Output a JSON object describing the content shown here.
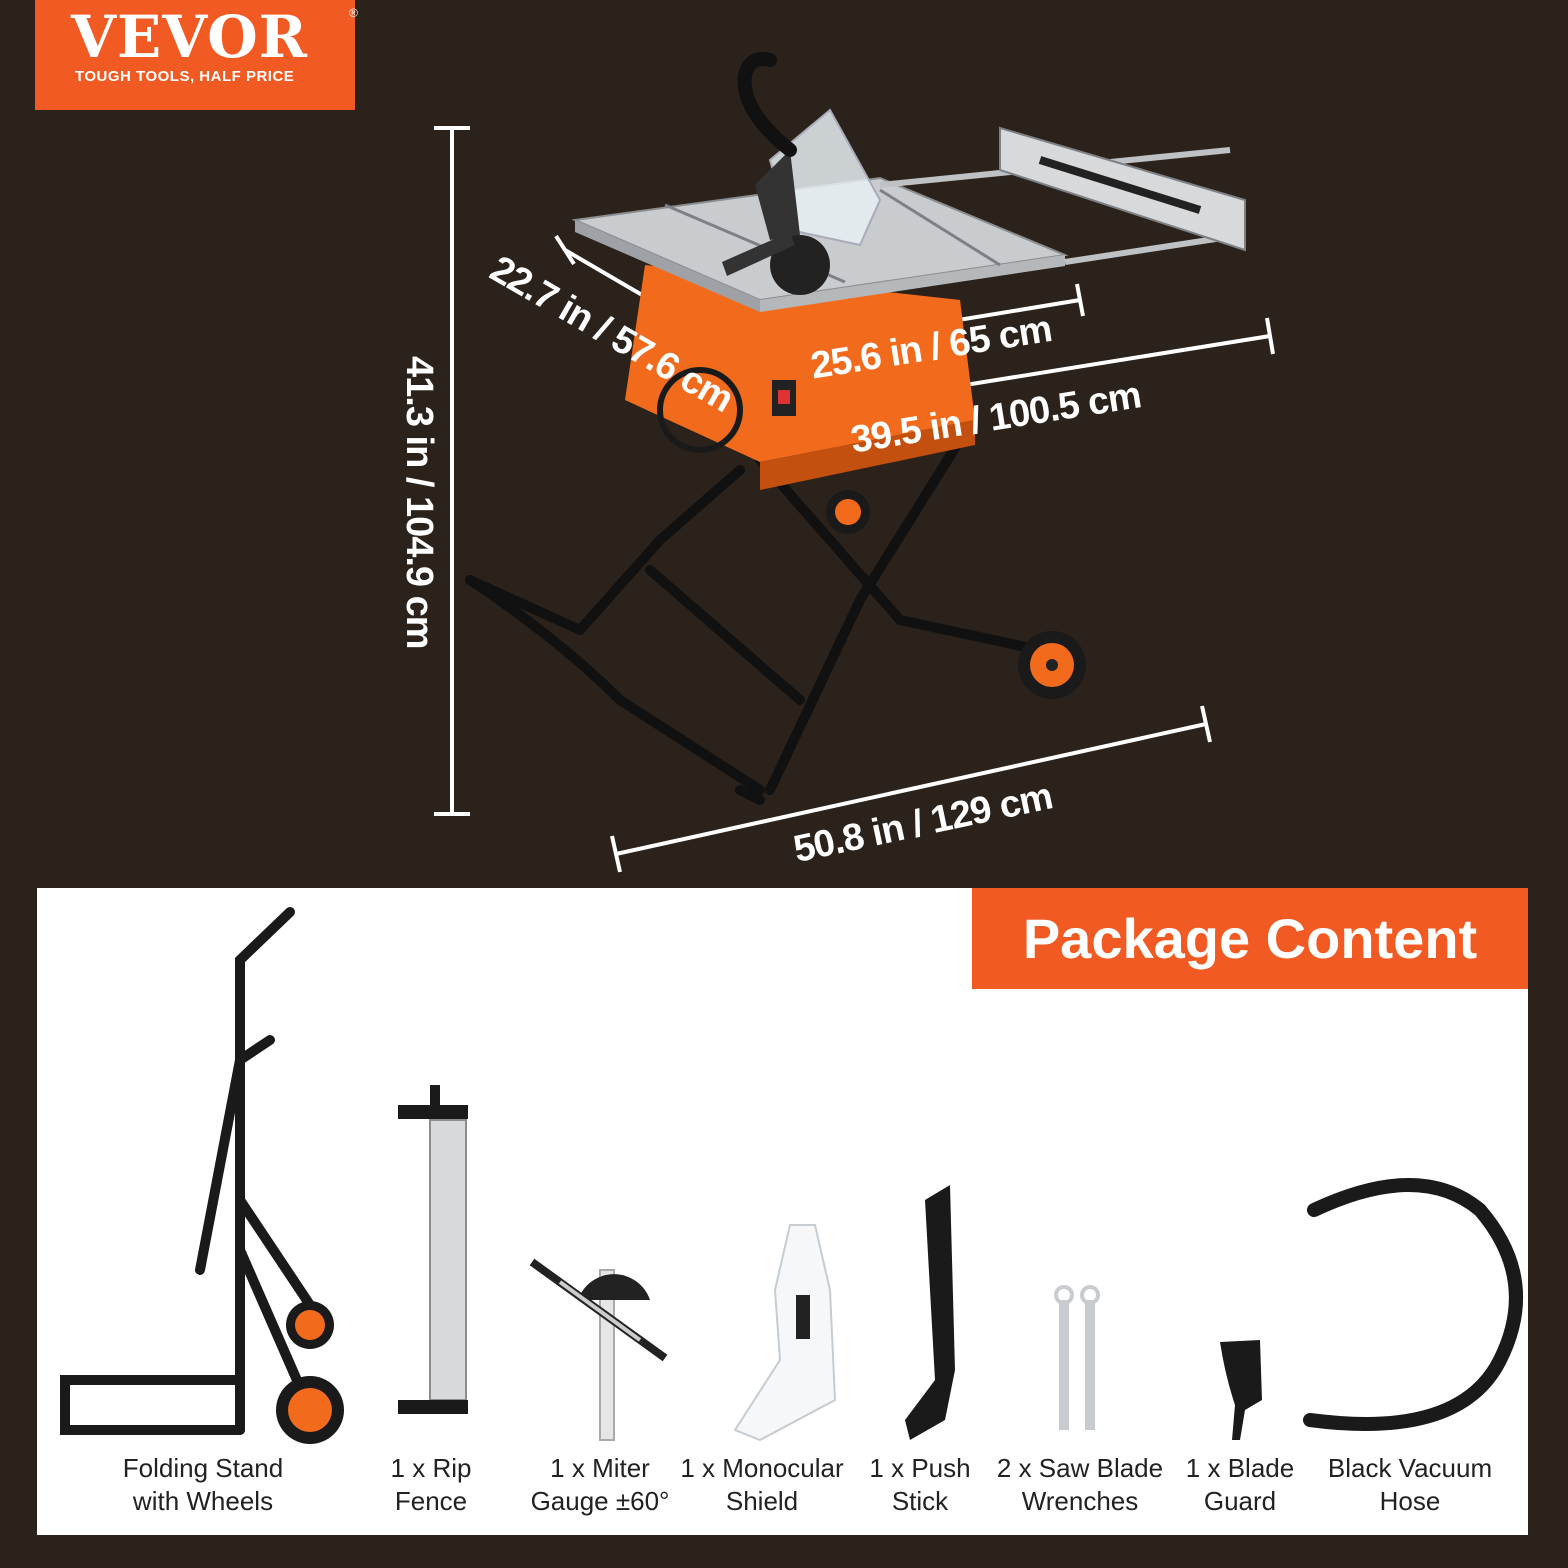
{
  "brand": {
    "name": "VEVOR",
    "registered": "®",
    "tagline": "TOUGH TOOLS, HALF PRICE",
    "colors": {
      "accent": "#f15a22",
      "background": "#2b221b",
      "panel": "#ffffff"
    }
  },
  "dimensions": {
    "height": "41.3 in / 104.9 cm",
    "depth": "22.7 in / 57.6 cm",
    "table_width": "25.6 in / 65 cm",
    "extended_width": "39.5 in / 100.5 cm",
    "base_length": "50.8 in / 129 cm"
  },
  "package": {
    "title": "Package Content",
    "items": [
      {
        "label": "Folding Stand\nwith Wheels",
        "icon": "folding-stand-icon"
      },
      {
        "label": "1 x Rip\nFence",
        "icon": "rip-fence-icon"
      },
      {
        "label": "1 x Miter\nGauge ±60°",
        "icon": "miter-gauge-icon"
      },
      {
        "label": "1 x Monocular\nShield",
        "icon": "monocular-shield-icon"
      },
      {
        "label": "1 x Push\nStick",
        "icon": "push-stick-icon"
      },
      {
        "label": "2 x Saw Blade\nWrenches",
        "icon": "wrenches-icon"
      },
      {
        "label": "1 x Blade\nGuard",
        "icon": "blade-guard-icon"
      },
      {
        "label": "Black Vacuum\nHose",
        "icon": "vacuum-hose-icon"
      }
    ]
  }
}
